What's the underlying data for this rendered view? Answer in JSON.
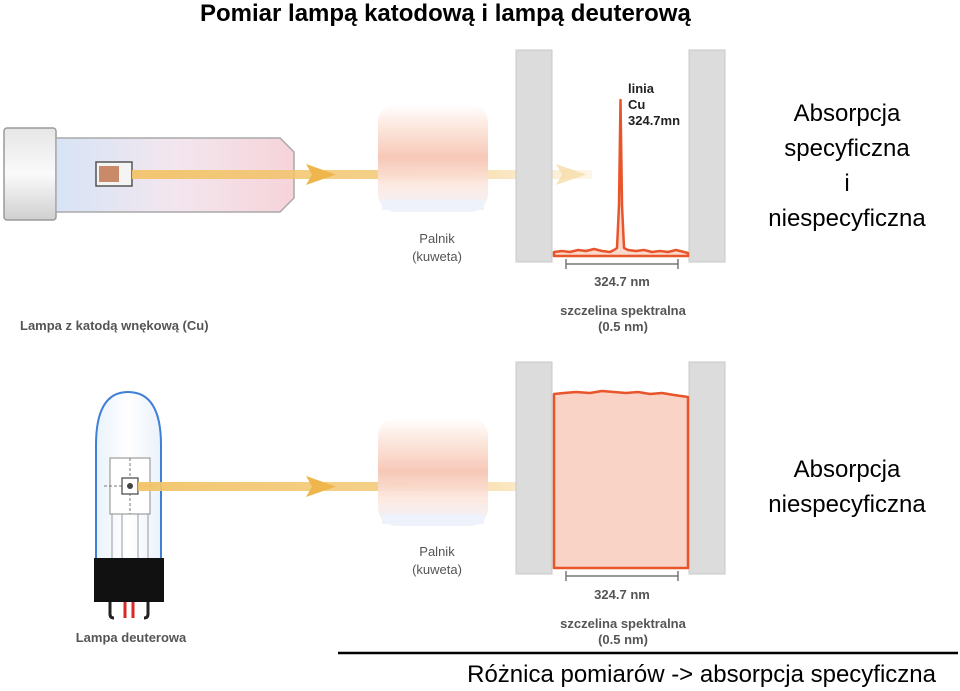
{
  "title": "Pomiar lampą katodową i lampą deuterową",
  "top_panel": {
    "lamp_label": "Lampa z katodą wnękową (Cu)",
    "burner_label_line1": "Palnik",
    "burner_label_line2": "(kuweta)",
    "peak_label_line1": "linia",
    "peak_label_line2": "Cu",
    "peak_label_line3": "324.7mn",
    "wavelength_label": "324.7 nm",
    "slit_label_line1": "szczelina spektralna",
    "slit_label_line2": "(0.5 nm)",
    "side_text_line1": "Absorpcja",
    "side_text_line2": "specyficzna",
    "side_text_line3": "i",
    "side_text_line4": "niespecyficzna"
  },
  "bottom_panel": {
    "lamp_label": "Lampa deuterowa",
    "burner_label_line1": "Palnik",
    "burner_label_line2": "(kuweta)",
    "wavelength_label": "324.7 nm",
    "slit_label_line1": "szczelina spektralna",
    "slit_label_line2": "(0.5 nm)",
    "side_text_line1": "Absorpcja",
    "side_text_line2": "niespecyficzna"
  },
  "footer_text": "Różnica pomiarów -> absorpcja specyficzna",
  "colors": {
    "spectrum": "#e8552b",
    "beam": "#f2c46a",
    "slit_wall": "#dcdcdc",
    "bottom_fill": "#f9d3c6"
  }
}
